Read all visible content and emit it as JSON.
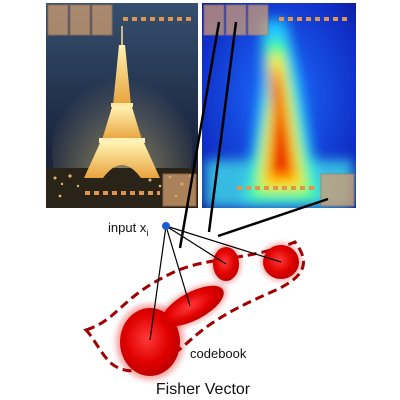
{
  "figure": {
    "input_label": "input x",
    "input_subscript": "i",
    "codebook_label": "codebook",
    "caption": "Fisher Vector"
  },
  "colors": {
    "patch_fill": "#d6a070",
    "patch_border": "#b07a55",
    "dash_color": "#e0944f",
    "gaussian_red": "#d40000",
    "manifold_stroke": "#a00000",
    "input_dot": "#1a5fd0",
    "connector": "#000000"
  },
  "icons": {
    "photo": "eiffel-tower-night-photo",
    "heatmap": "eiffel-tower-saliency-heatmap"
  }
}
